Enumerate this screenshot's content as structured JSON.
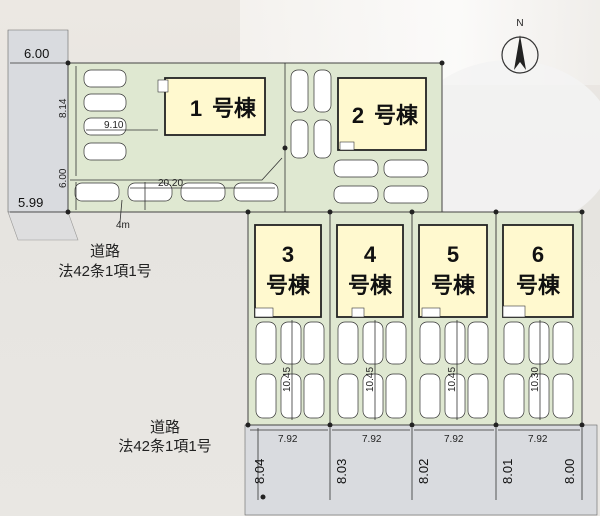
{
  "compass": {
    "label": "N"
  },
  "houses": [
    {
      "number": "1",
      "name": "号棟"
    },
    {
      "number": "2",
      "name": "号棟"
    },
    {
      "number": "3",
      "name": "号棟"
    },
    {
      "number": "4",
      "name": "号棟"
    },
    {
      "number": "5",
      "name": "号棟"
    },
    {
      "number": "6",
      "name": "号棟"
    }
  ],
  "roads": [
    {
      "line1": "道路",
      "line2": "法42条1項1号"
    },
    {
      "line1": "道路",
      "line2": "法42条1項1号"
    }
  ],
  "dimensions": {
    "top_road_width": "6.00",
    "bottom_left_road_width": "5.99",
    "lot1_depth": "8.14",
    "lot1_width": "9.10",
    "driveway_width": "6.00",
    "driveway_length": "20.20",
    "driveway_min": "4m",
    "lot_depths": [
      "10.45",
      "10.45",
      "10.45",
      "10.30"
    ],
    "lot_widths": [
      "7.92",
      "7.92",
      "7.92",
      "7.92"
    ],
    "south_road_widths": [
      "8.04",
      "8.03",
      "8.02",
      "8.01",
      "8.00"
    ]
  }
}
